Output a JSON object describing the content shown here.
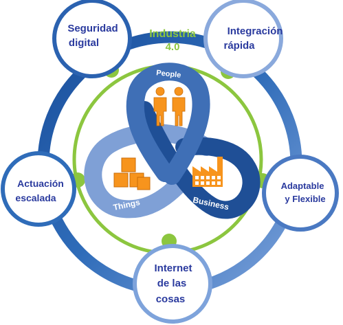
{
  "center_title": {
    "line1": "Industria",
    "line2": "4.0"
  },
  "nodes": {
    "top_left": {
      "line1": "Seguridad",
      "line2": "digital"
    },
    "top_right": {
      "line1": "Integración",
      "line2": "rápida"
    },
    "left": {
      "line1": "Actuación",
      "line2": "escalada"
    },
    "right": {
      "line1": "Adaptable",
      "line2": "y  Flexible"
    },
    "bottom": {
      "line1": "Internet",
      "line2": "de las",
      "line3": "cosas"
    }
  },
  "loops": {
    "people": "People",
    "things": "Things",
    "business": "Business"
  },
  "icons": {
    "people": "people-icon",
    "things": "boxes-icon",
    "business": "factory-icon"
  },
  "colors": {
    "outer_ring": "#1f5aa6",
    "inner_ring": "#8cc63f",
    "node_border": "#4a79c2",
    "node_text": "#2a3a9e",
    "title_text": "#8cc63f",
    "icon_orange": "#f7941d",
    "loop_people": "#3f6fb6",
    "loop_things": "#7fa0d6",
    "loop_business": "#1f4f96"
  }
}
